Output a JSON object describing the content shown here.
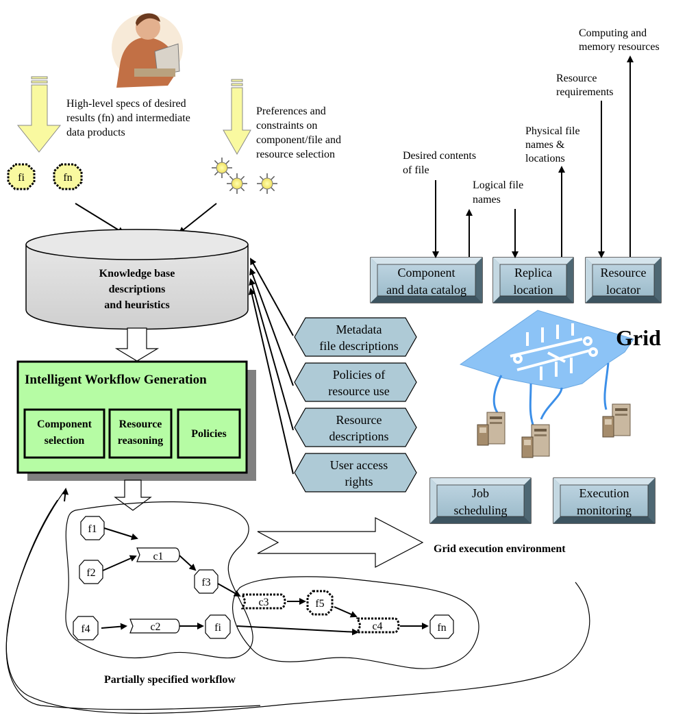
{
  "user": {
    "label": "user-at-computer"
  },
  "specs_text": [
    "High-level specs of desired",
    "results (fn) and intermediate",
    "data products"
  ],
  "prefs_text": [
    "Preferences and",
    "constraints on",
    "component/file and",
    "resource selection"
  ],
  "spec_nodes": {
    "fi": "fi",
    "fn": "fn"
  },
  "knowledge_base": [
    "Knowledge base",
    "descriptions",
    "and heuristics"
  ],
  "iwg": {
    "title": "Intelligent Workflow Generation",
    "component": [
      "Component",
      "selection"
    ],
    "resource": [
      "Resource",
      "reasoning"
    ],
    "policies": "Policies"
  },
  "hexes": [
    [
      "Metadata",
      "file descriptions"
    ],
    [
      "Policies of",
      "resource use"
    ],
    [
      "Resource",
      "descriptions"
    ],
    [
      "User access",
      "rights"
    ]
  ],
  "services": {
    "catalog": [
      "Component",
      "and data catalog"
    ],
    "replica": [
      "Replica",
      "location"
    ],
    "locator": [
      "Resource",
      "locator"
    ],
    "job": [
      "Job",
      "scheduling"
    ],
    "monitor": [
      "Execution",
      "monitoring"
    ]
  },
  "service_labels": {
    "desired": [
      "Desired contents",
      "of file"
    ],
    "logical": [
      "Logical file",
      "names"
    ],
    "physical": [
      "Physical  file",
      "names &",
      "locations"
    ],
    "requirements": [
      "Resource",
      "requirements"
    ],
    "computing": [
      "Computing and",
      "memory resources"
    ]
  },
  "grid_label": "Grid",
  "grid_env": "Grid execution environment",
  "workflow": {
    "f1": "f1",
    "f2": "f2",
    "f3": "f3",
    "f4": "f4",
    "f5": "f5",
    "fi": "fi",
    "fn": "fn",
    "c1": "c1",
    "c2": "c2",
    "c3": "c3",
    "c4": "c4"
  },
  "workflow_label": "Partially specified workflow"
}
